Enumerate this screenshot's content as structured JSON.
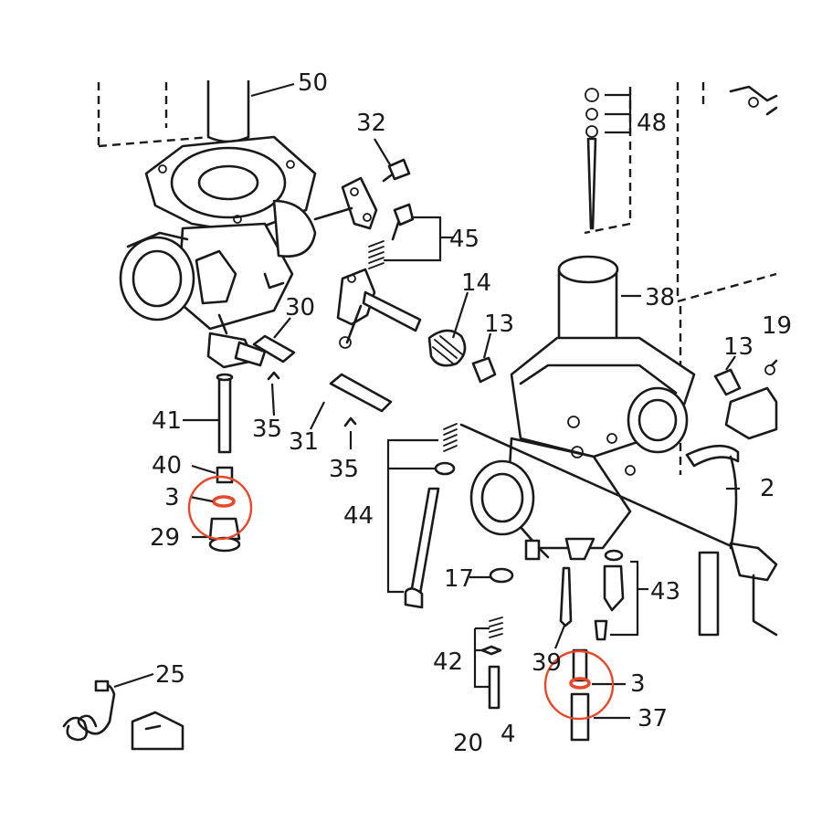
{
  "highlight_color": "#e8472a",
  "ink_color": "#1a1a1a",
  "labels": {
    "p50": "50",
    "p32": "32",
    "p48": "48",
    "p45": "45",
    "p14": "14",
    "p13a": "13",
    "p38": "38",
    "p13b": "13",
    "p19": "19",
    "p30": "30",
    "p41": "41",
    "p35a": "35",
    "p31": "31",
    "p35b": "35",
    "p40": "40",
    "p3a": "3",
    "p29": "29",
    "p44": "44",
    "p17": "17",
    "p43": "43",
    "p2": "2",
    "p42": "42",
    "p39": "39",
    "p3b": "3",
    "p37": "37",
    "p25": "25",
    "p20": "20",
    "p4": "4"
  }
}
